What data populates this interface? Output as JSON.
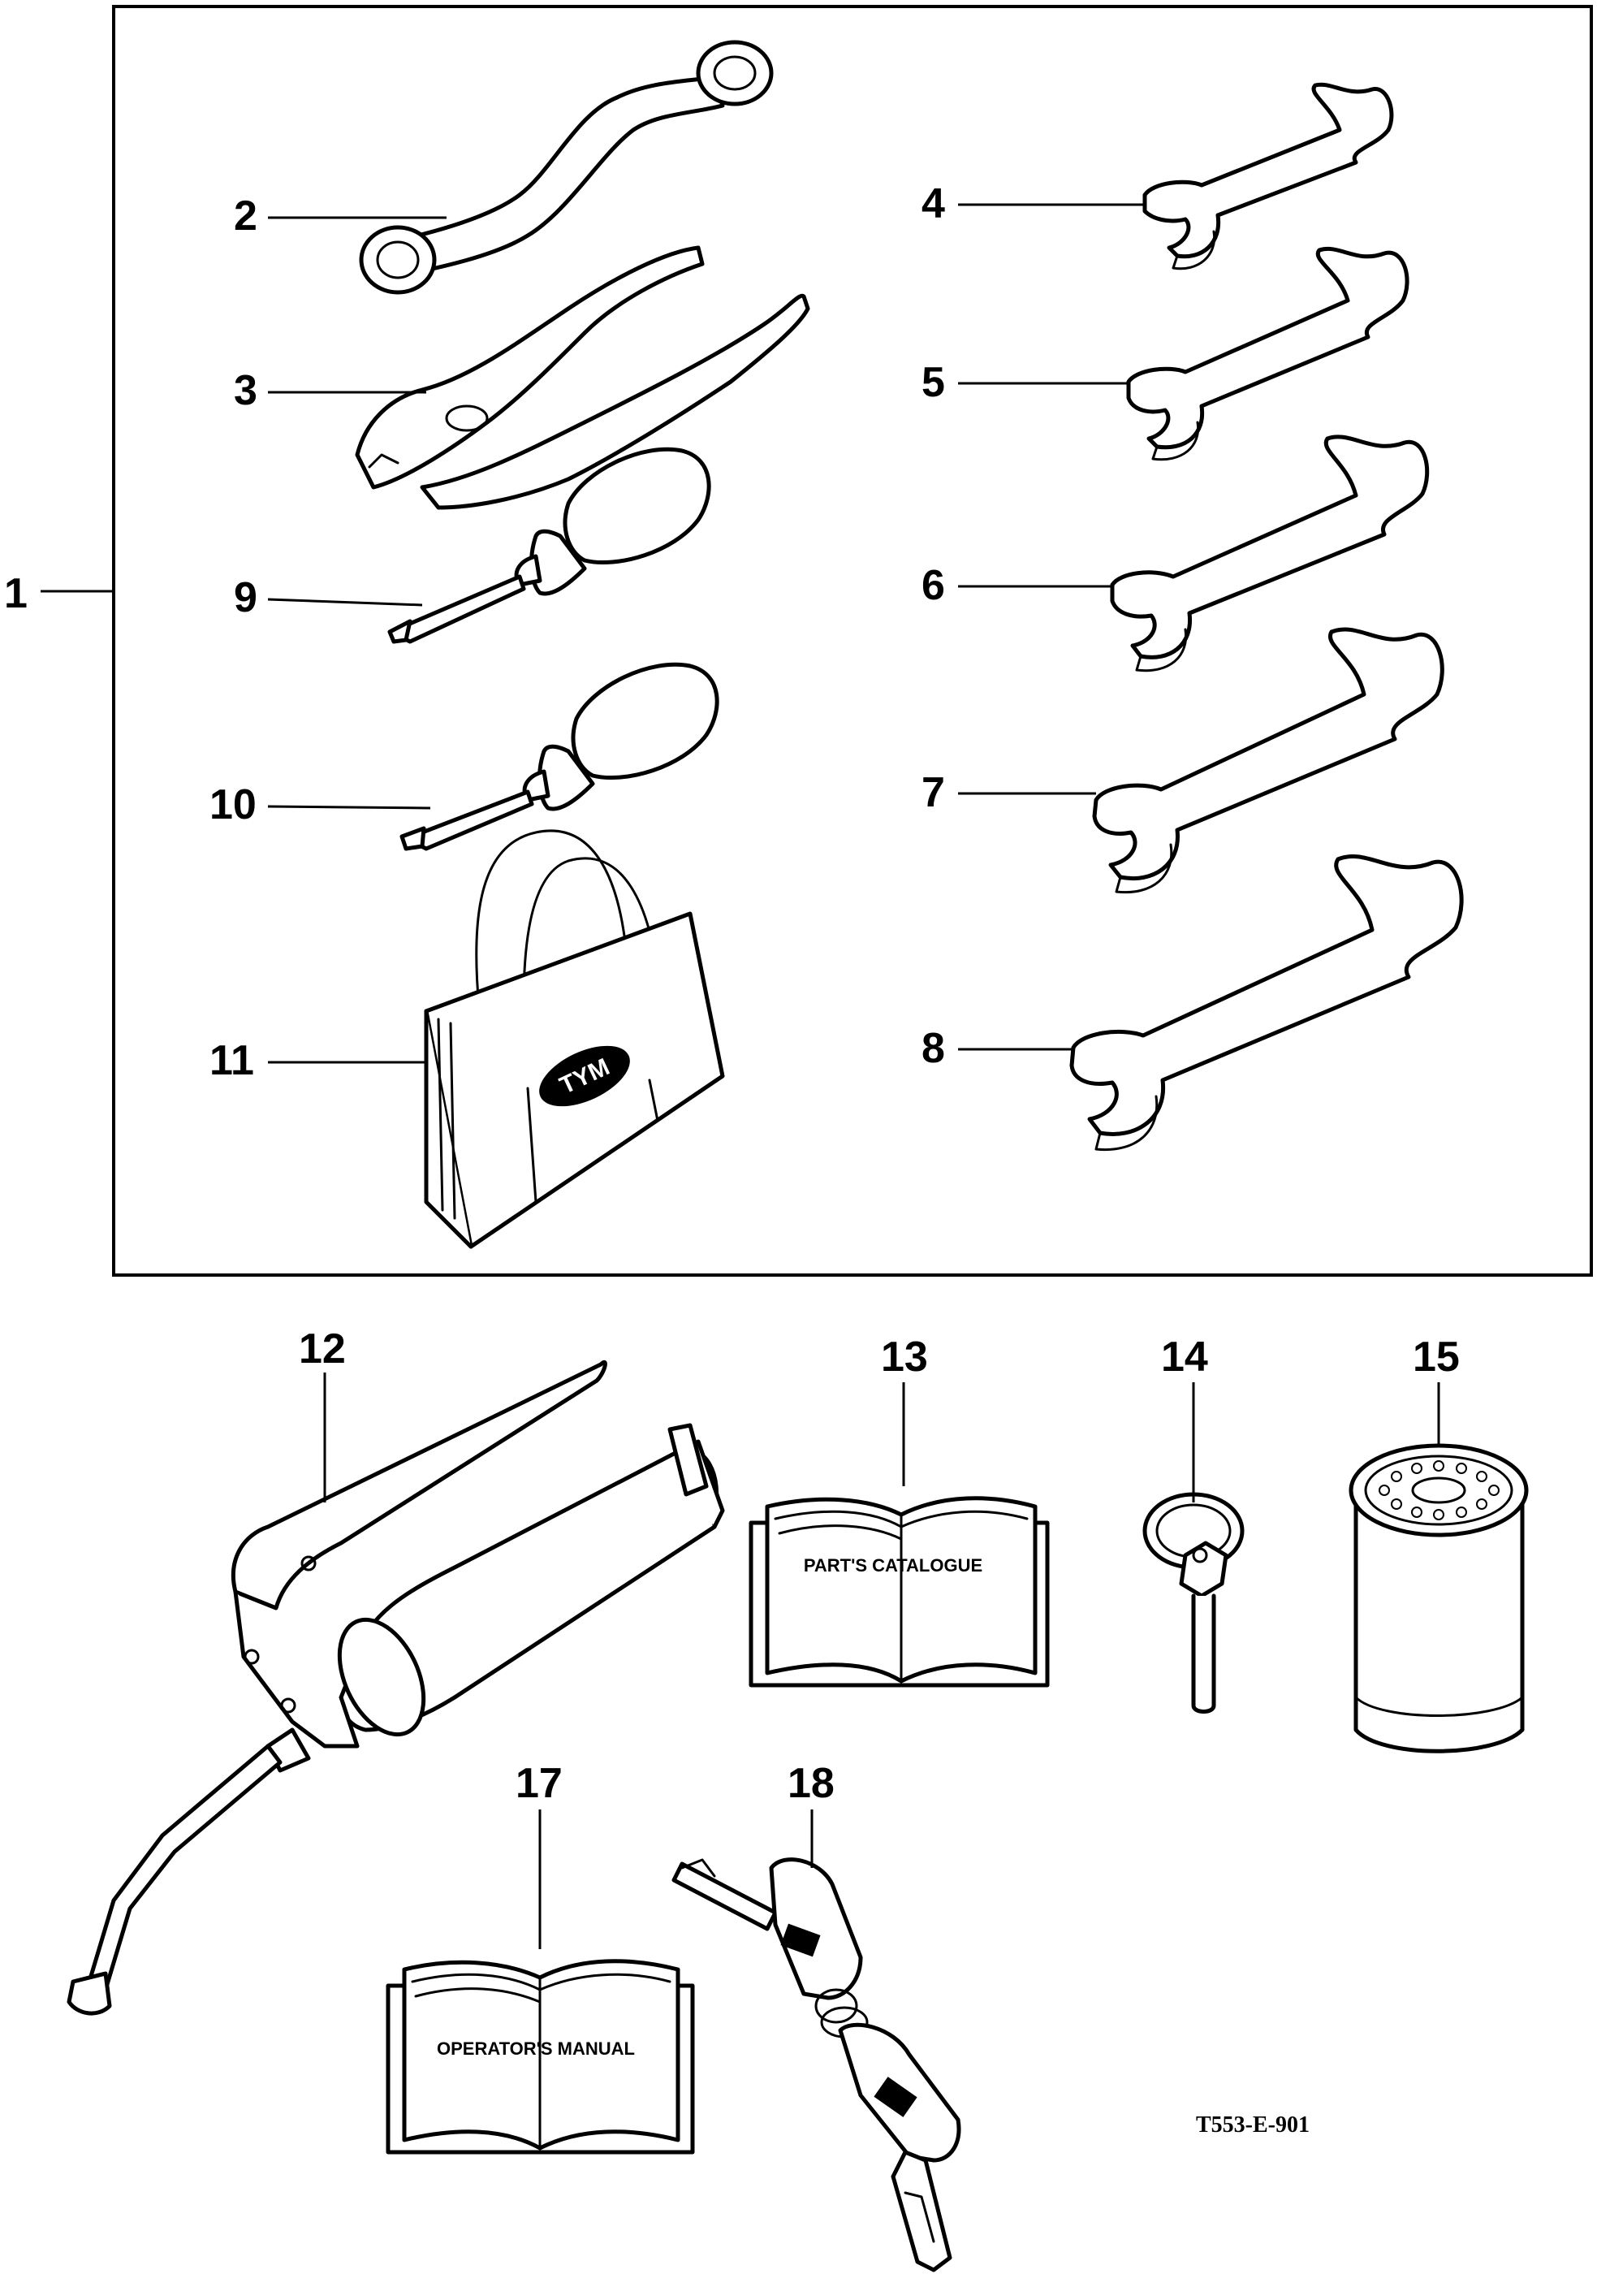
{
  "callouts": {
    "c1": "1",
    "c2": "2",
    "c3": "3",
    "c4": "4",
    "c5": "5",
    "c6": "6",
    "c7": "7",
    "c8": "8",
    "c9": "9",
    "c10": "10",
    "c11": "11",
    "c12": "12",
    "c13": "13",
    "c14": "14",
    "c15": "15",
    "c17": "17",
    "c18": "18"
  },
  "book_labels": {
    "parts_catalogue": "PART'S CATALOGUE",
    "operators_manual": "OPERATOR'S MANUAL"
  },
  "brand_logo": "TYM",
  "drawing_reference": "T553-E-901"
}
